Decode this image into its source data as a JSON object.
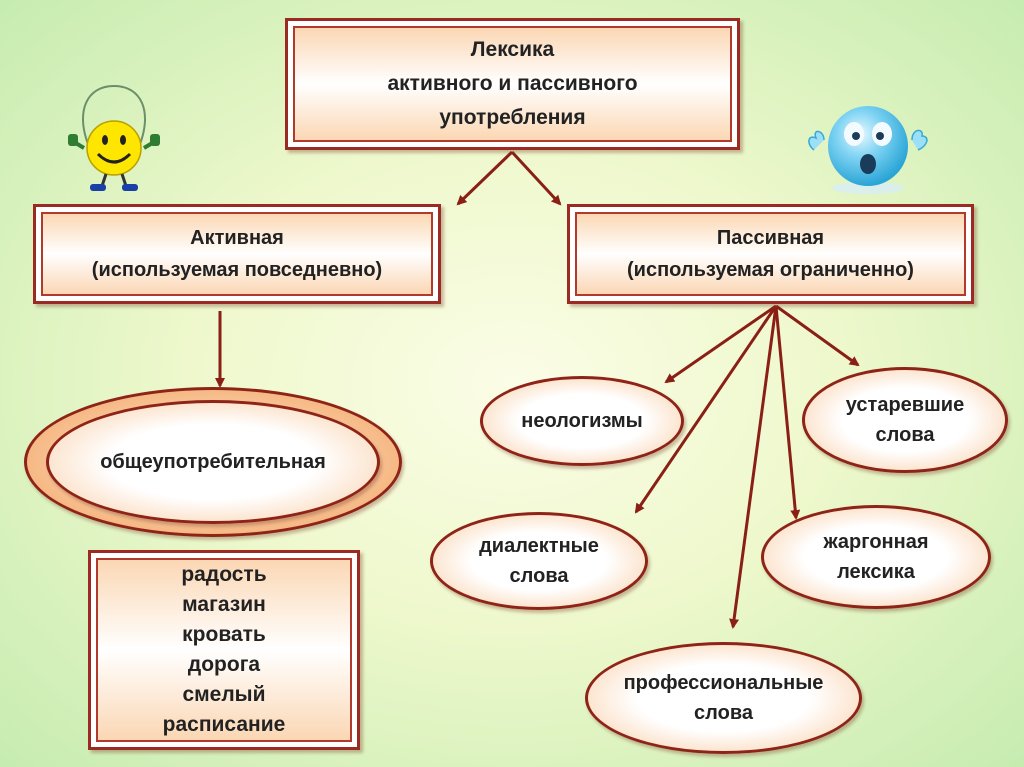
{
  "title_box": {
    "line1": "Лексика",
    "line2": "активного и пассивного",
    "line3": "употребления"
  },
  "active_box": {
    "line1": "Активная",
    "line2": "(используемая повседневно)"
  },
  "passive_box": {
    "line1": "Пассивная",
    "line2": "(используемая ограниченно)"
  },
  "common_oval": {
    "label": "общеупотребительная"
  },
  "example_words": [
    "радость",
    "магазин",
    "кровать",
    "дорога",
    "смелый",
    "расписание"
  ],
  "passive_categories": {
    "neologisms": {
      "line1": "неологизмы"
    },
    "archaic": {
      "line1": "устаревшие",
      "line2": "слова"
    },
    "dialect": {
      "line1": "диалектные",
      "line2": "слова"
    },
    "jargon": {
      "line1": "жаргонная",
      "line2": "лексика"
    },
    "professional": {
      "line1": "профессиональные",
      "line2": "слова"
    }
  },
  "colors": {
    "border": "#9b2a22",
    "arrow": "#8a1f16",
    "fill_peach": "#fbd7b4",
    "background": "#eef8cc"
  },
  "icons": {
    "left_mascot": "jumping-rope-smiley-icon",
    "right_mascot": "surprised-blue-face-icon"
  }
}
